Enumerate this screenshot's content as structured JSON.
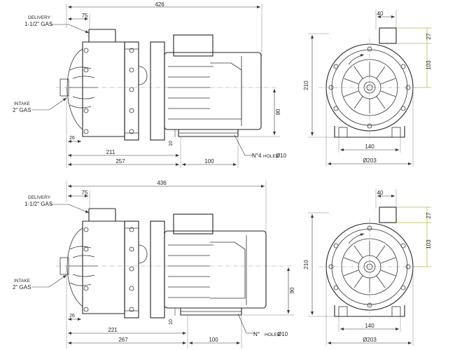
{
  "views": [
    {
      "id": "top",
      "side": {
        "overall_length": "426",
        "delivery_offset": "75",
        "delivery_label": "DELIVERY",
        "delivery_size": "1-1/2\" GAS",
        "intake_label": "INTAKE",
        "intake_size": "2\" GAS",
        "dim_26": "26",
        "dim_211": "211",
        "dim_257": "257",
        "dim_100": "100",
        "dim_10": "10",
        "dim_90": "90",
        "holes_prefix": "N°4",
        "holes_word": "HOLES",
        "holes_dia": "Ø10"
      },
      "front": {
        "dim_40": "40",
        "dim_27": "27",
        "dim_103": "103",
        "dim_210": "210",
        "dim_140": "140",
        "dim_203": "Ø203"
      }
    },
    {
      "id": "bottom",
      "side": {
        "overall_length": "436",
        "delivery_offset": "75",
        "delivery_label": "DELIVERY",
        "delivery_size": "1-1/2\" GAS",
        "intake_label": "INTAKE",
        "intake_size": "2\" GAS",
        "dim_26": "26",
        "dim_221": "221",
        "dim_267": "267",
        "dim_100": "100",
        "dim_10": "10",
        "dim_90": "90",
        "holes_prefix": "N°",
        "holes_word": "HOLES",
        "holes_dia": "Ø10"
      },
      "front": {
        "dim_40": "40",
        "dim_27": "27",
        "dim_103": "103",
        "dim_210": "210",
        "dim_140": "140",
        "dim_203": "Ø203"
      }
    }
  ],
  "colors": {
    "line": "#333333",
    "highlight": "#b5b83a",
    "background": "#ffffff"
  }
}
